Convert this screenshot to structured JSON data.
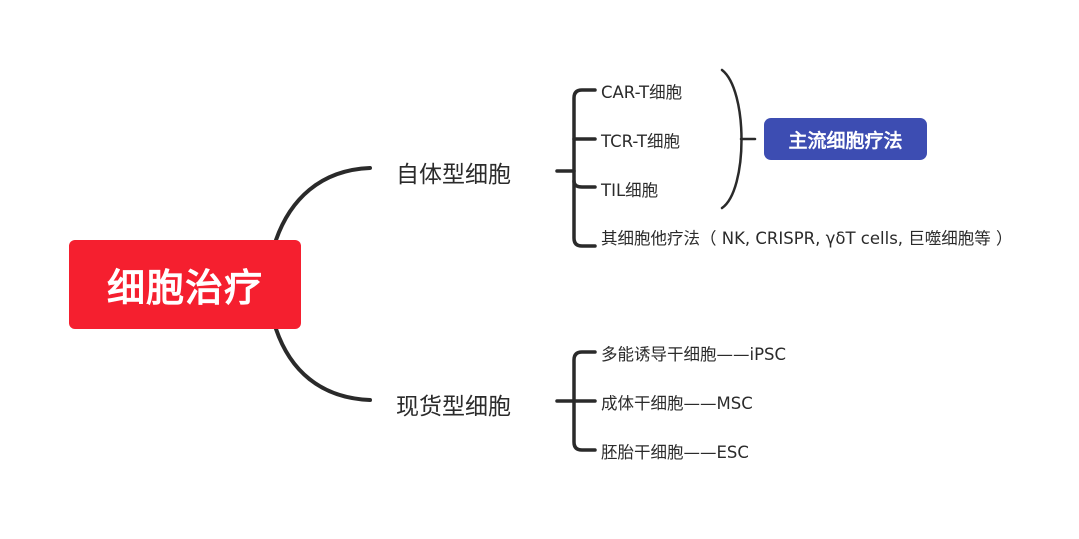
{
  "root": {
    "label": "细胞治疗",
    "color": "#f51f2f"
  },
  "branches": [
    {
      "label": "自体型细胞",
      "children": [
        {
          "label": "CAR-T细胞"
        },
        {
          "label": "TCR-T细胞"
        },
        {
          "label": "TIL细胞"
        },
        {
          "label": "其细胞他疗法（ NK, CRISPR, γδT cells, 巨噬细胞等 ）"
        }
      ],
      "summary": {
        "label": "主流细胞疗法",
        "color": "#3d4db2"
      }
    },
    {
      "label": "现货型细胞",
      "children": [
        {
          "label": "多能诱导干细胞——iPSC"
        },
        {
          "label": "成体干细胞——MSC"
        },
        {
          "label": "胚胎干细胞——ESC"
        }
      ]
    }
  ]
}
